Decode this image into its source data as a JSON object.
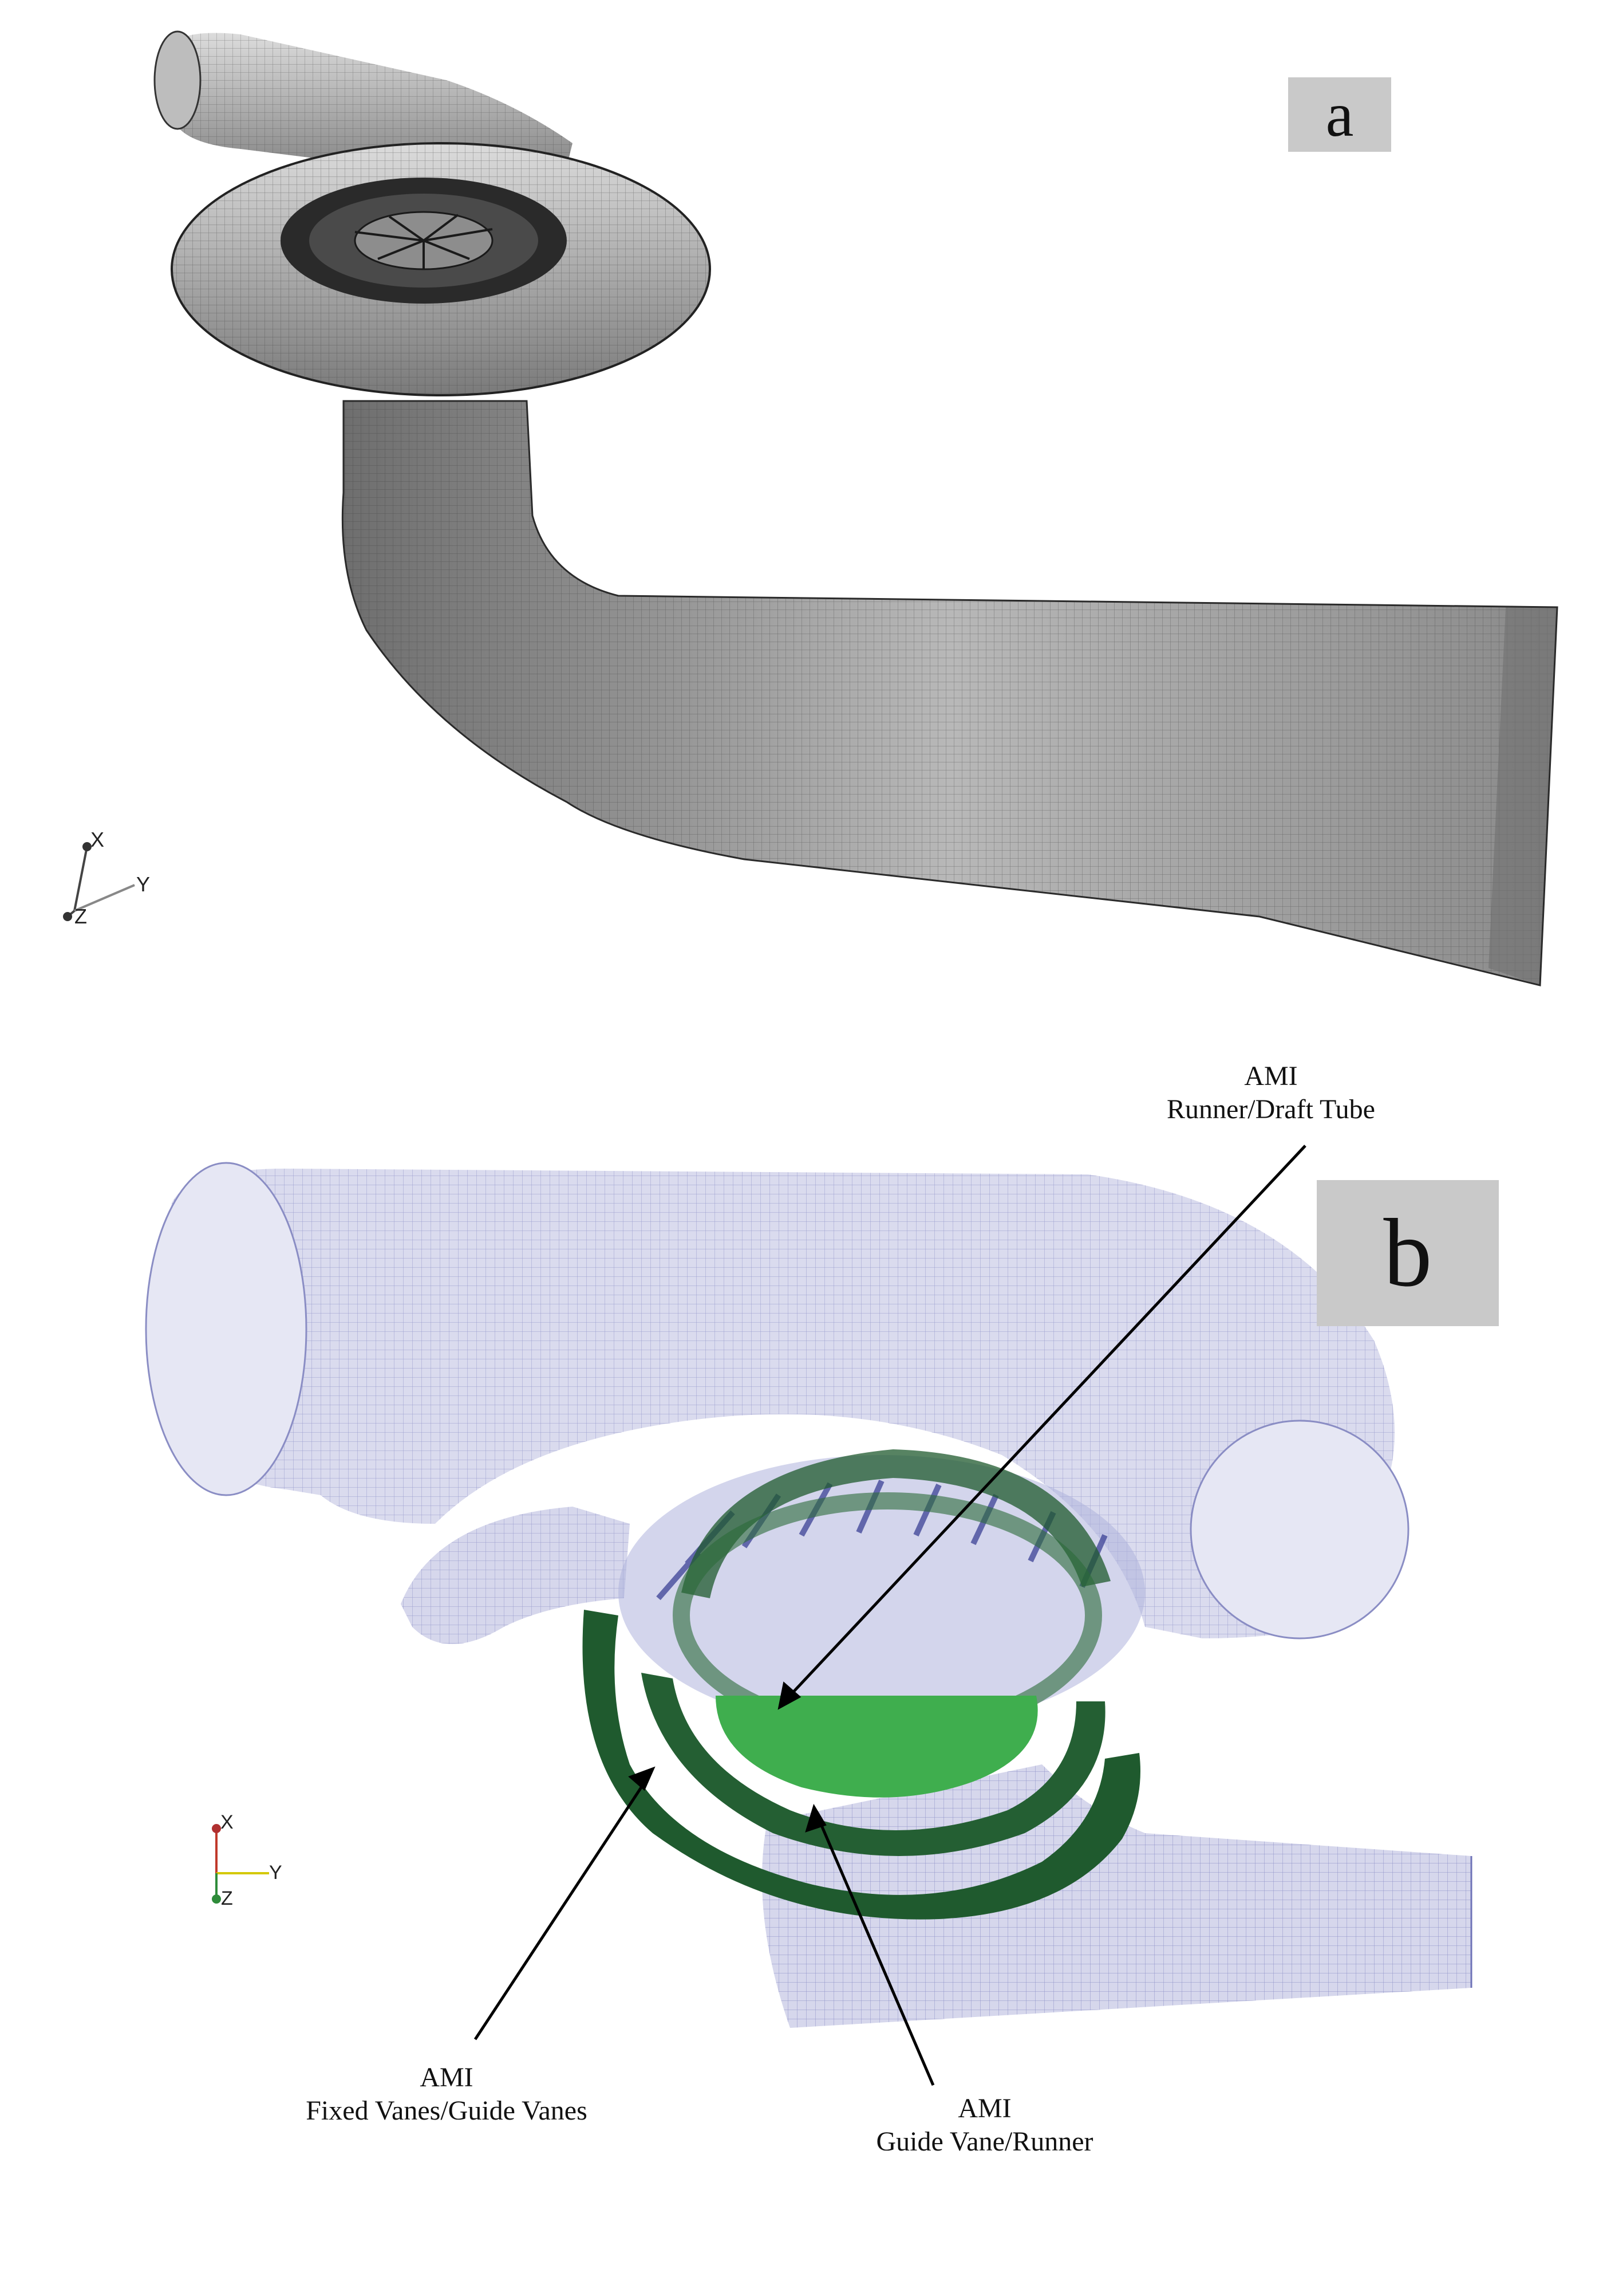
{
  "panels": [
    {
      "id": "a",
      "label": "a"
    },
    {
      "id": "b",
      "label": "b"
    }
  ],
  "axes_triad": {
    "x": "X",
    "y": "Y",
    "z": "Z"
  },
  "callouts": {
    "runner_draft": {
      "line1": "AMI",
      "line2": "Runner/Draft Tube"
    },
    "fixed_guide": {
      "line1": "AMI",
      "line2": "Fixed Vanes/Guide Vanes"
    },
    "guide_runner": {
      "line1": "AMI",
      "line2": "Guide Vane/Runner"
    }
  },
  "colors": {
    "mesh_gray": "#8e8e8e",
    "mesh_blue": "#c4c6e2",
    "ami_dark_green": "#1f5a2e",
    "ami_light_green": "#3fae4e"
  }
}
